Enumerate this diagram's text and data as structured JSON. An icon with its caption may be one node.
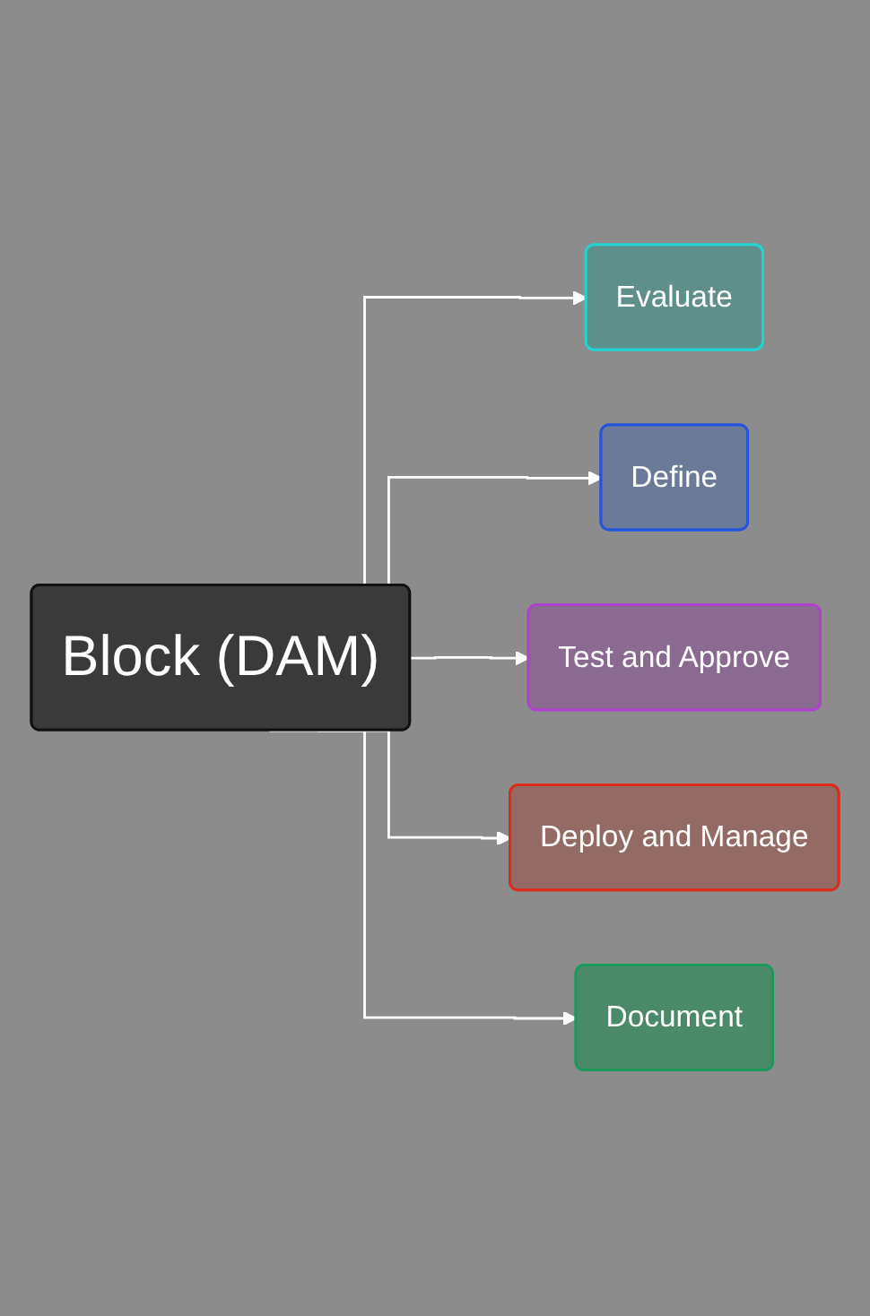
{
  "diagram": {
    "nodes": [
      {
        "text": [
          "Block (DAM)"
        ]
      },
      {
        "text": [
          "Evaluate"
        ]
      },
      {
        "text": [
          "Define"
        ]
      },
      {
        "text": [
          "Test and Approve"
        ]
      },
      {
        "text": [
          "Deploy and Manage"
        ]
      },
      {
        "text": [
          "Document"
        ]
      }
    ],
    "edges": [
      {
        "from": 0,
        "to": 1,
        "arrow": "to"
      },
      {
        "from": 0,
        "to": 2,
        "arrow": "to"
      },
      {
        "from": 0,
        "to": 3,
        "arrow": "to"
      },
      {
        "from": 0,
        "to": 4,
        "arrow": "to"
      },
      {
        "from": 0,
        "to": 5,
        "arrow": "to"
      }
    ]
  }
}
